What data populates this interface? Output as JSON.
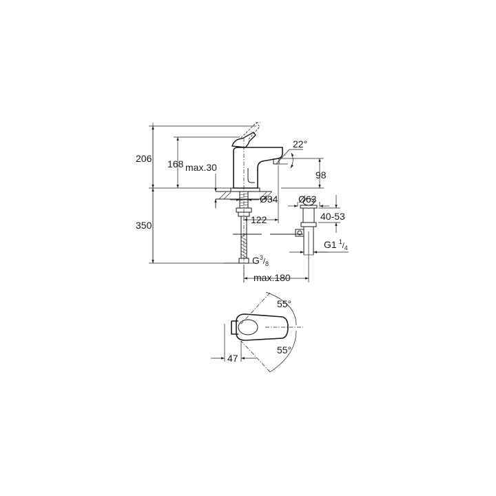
{
  "dimensions": {
    "overall_height": "206",
    "spout_height": "168",
    "max_deck_thickness": "max.30",
    "lever_angle": "22°",
    "aerator_height": "98",
    "hole_diameter": "Ø34",
    "spout_reach": "122",
    "below_deck_length": "350",
    "connection_prefix": "G",
    "connection_num": "3",
    "connection_den": "8",
    "max_distance": "max.180",
    "waste_diameter": "Ø63",
    "waste_thickness": "40-53",
    "waste_prefix": "G1",
    "waste_num": "1",
    "waste_den": "4",
    "rotation_angle_top": "55°",
    "rotation_angle_bottom": "55°",
    "lever_offset": "47"
  },
  "colors": {
    "line": "#1a1a1a",
    "background": "#ffffff"
  }
}
